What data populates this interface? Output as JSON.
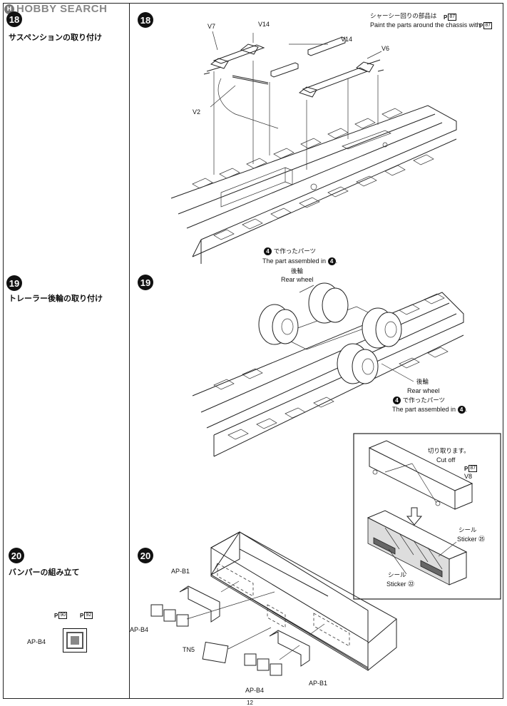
{
  "watermark": {
    "badge": "H",
    "text": "HOBBY SEARCH"
  },
  "steps": [
    {
      "num": "18",
      "title": "サスペンションの取り付け"
    },
    {
      "num": "19",
      "title": "トレーラー後輪の取り付け"
    },
    {
      "num": "20",
      "title": "バンパーの組み立て"
    }
  ],
  "step18": {
    "paint_note_jp": "シャーシー回りの部品は",
    "paint_note_en": "Paint the parts around the chassis with",
    "paint_code": "87",
    "parts": {
      "v7": "V7",
      "v14a": "V14",
      "v14b": "V14",
      "v6": "V6",
      "v2": "V2"
    },
    "assembled_jp": "で作ったパーツ",
    "assembled_en": "The part assembled in",
    "assembled_step": "4"
  },
  "step19": {
    "rear_wheel_jp_1": "後輪",
    "rear_wheel_en_1": "Rear wheel",
    "rear_wheel_jp_2": "後輪",
    "rear_wheel_en_2": "Rear wheel",
    "assembled_jp": "で作ったパーツ",
    "assembled_en": "The part assembled in",
    "assembled_step": "4"
  },
  "step20": {
    "inset": {
      "cut_off_jp": "切り取ります。",
      "cut_off_en": "Cut off",
      "paint_code": "87",
      "part": "V8",
      "sticker_jp_1": "シール",
      "sticker_en_1": "Sticker",
      "sticker_num_1": "㉕",
      "sticker_jp_2": "シール",
      "sticker_en_2": "Sticker",
      "sticker_num_2": "㉒"
    },
    "parts": {
      "apb1_top": "AP-B1",
      "apb4_left": "AP-B4",
      "tn5": "TN5",
      "apb4_bottom": "AP-B4",
      "apb1_bottom": "AP-B1"
    }
  },
  "left_col": {
    "paint_code_1": "90",
    "paint_code_2": "92",
    "part": "AP-B4",
    "paint_prefix": "P"
  },
  "page_number": "12",
  "colors": {
    "ink": "#111111",
    "frame": "#222222",
    "watermark": "#888888"
  }
}
